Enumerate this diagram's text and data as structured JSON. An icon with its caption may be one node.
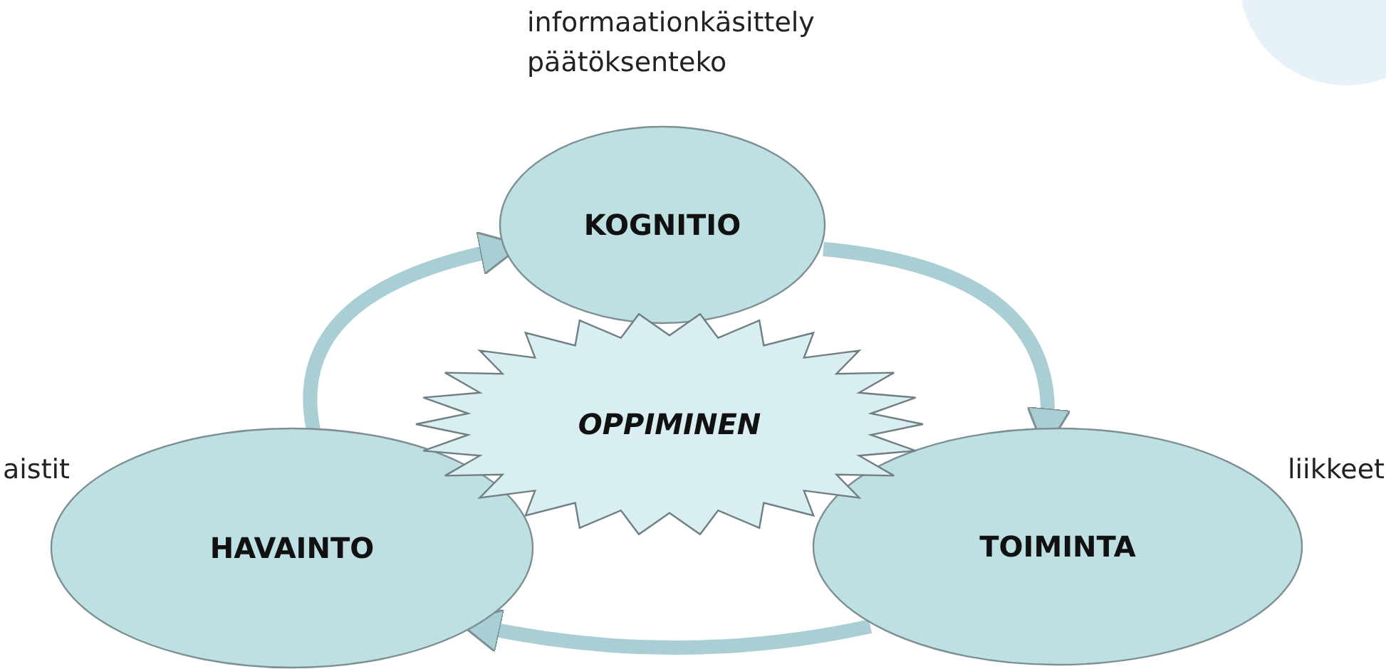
{
  "diagram": {
    "nodes": [
      {
        "text": [
          "KOGNITIO"
        ],
        "beside": [
          "informaationkäsittely",
          "päätöksenteko"
        ]
      },
      {
        "text": [
          "OPPIMINEN"
        ]
      },
      {
        "text": [
          "HAVAINTO"
        ],
        "beside": [
          "aistit"
        ]
      },
      {
        "text": [
          "TOIMINTA"
        ],
        "beside": [
          "liikkeet"
        ]
      }
    ],
    "edges": [
      {
        "from": 2,
        "to": 0,
        "arrow": "to"
      },
      {
        "from": 0,
        "to": 3,
        "arrow": "to"
      },
      {
        "from": 3,
        "to": 2,
        "arrow": "to"
      }
    ]
  }
}
